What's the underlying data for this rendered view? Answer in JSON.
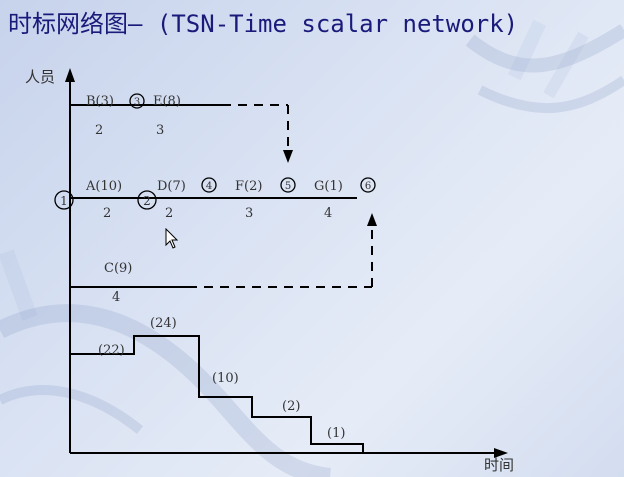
{
  "title": "时标网络图— (TSN-Time scalar network)",
  "axes": {
    "y_label": "人员",
    "x_label": "时间"
  },
  "nodes": {
    "n1": "1",
    "n2": "2",
    "n3": "3",
    "n4": "4",
    "n5": "5",
    "n6": "6"
  },
  "activities": {
    "B": {
      "label": "B(3)",
      "people": "2"
    },
    "E": {
      "label": "E(8)",
      "people": "3"
    },
    "A": {
      "label": "A(10)",
      "people": "2"
    },
    "D": {
      "label": "D(7)",
      "people": "2"
    },
    "F": {
      "label": "F(2)",
      "people": "3"
    },
    "G": {
      "label": "G(1)",
      "people": "4"
    },
    "C": {
      "label": "C(9)",
      "people": "4"
    }
  },
  "resource_profile": {
    "levels": [
      "(22)",
      "(24)",
      "(10)",
      "(2)",
      "(1)"
    ]
  },
  "colors": {
    "title": "#1a1a7a",
    "lines": "#000000",
    "text": "#333333"
  }
}
